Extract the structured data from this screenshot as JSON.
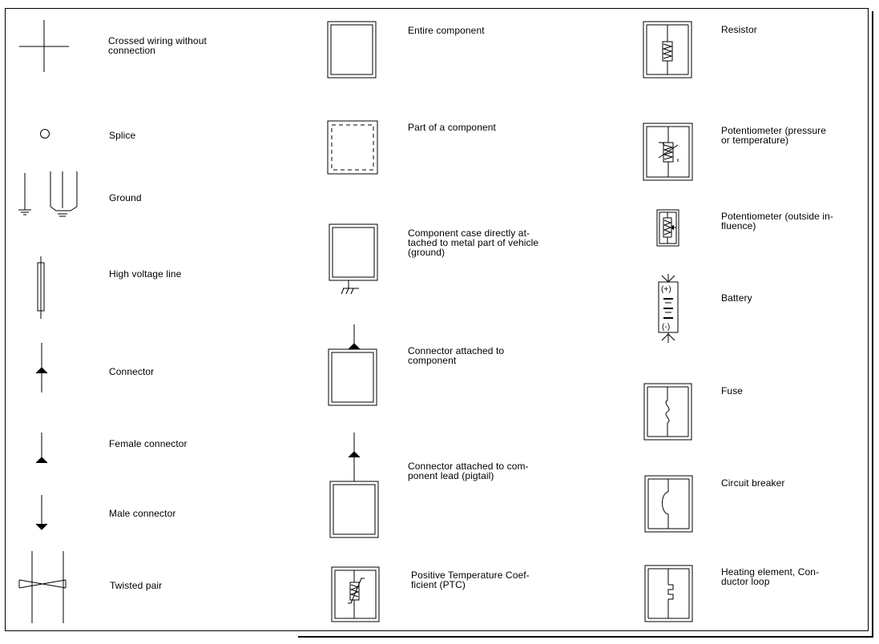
{
  "symbols": {
    "crossed_wiring": [
      "Crossed wiring without",
      "connection"
    ],
    "splice": "Splice",
    "ground": "Ground",
    "high_voltage_line": "High voltage line",
    "connector": "Connector",
    "female_connector": "Female connector",
    "male_connector": "Male connector",
    "twisted_pair": "Twisted pair",
    "entire_component": "Entire component",
    "part_of_component": "Part of a component",
    "component_case_grounded": [
      "Component case directly at-",
      "tached to metal part of vehicle",
      "(ground)"
    ],
    "connector_attached_component": [
      "Connector attached to",
      "component"
    ],
    "connector_attached_lead": [
      "Connector attached to com-",
      "ponent lead (pigtail)"
    ],
    "ptc": [
      "Positive Temperature Coef-",
      "ficient (PTC)"
    ],
    "resistor": "Resistor",
    "potentiometer_pressure": [
      "Potentiometer (pressure",
      "or temperature)"
    ],
    "potentiometer_outside": [
      "Potentiometer (outside in-",
      "fluence)"
    ],
    "battery": "Battery",
    "battery_plus": "(+)",
    "battery_minus": "(-)",
    "fuse": "Fuse",
    "circuit_breaker": "Circuit breaker",
    "heating_element": [
      "Heating element, Con-",
      "ductor loop"
    ]
  }
}
